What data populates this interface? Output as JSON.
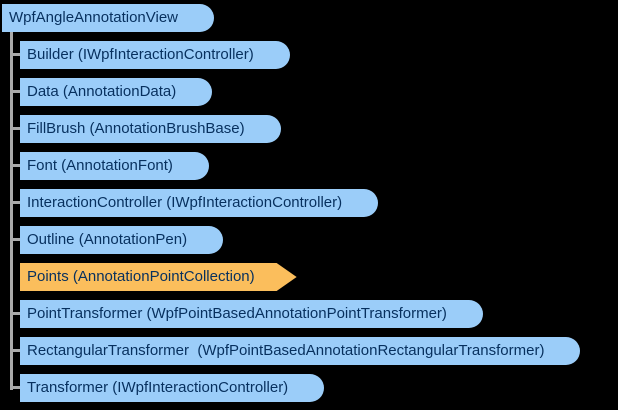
{
  "colors": {
    "background": "#000000",
    "node_fill": "#9BCDF9",
    "highlight_fill": "#FBBE5C",
    "node_text": "#07305E",
    "connector": "#ABABAB"
  },
  "tree": {
    "root": {
      "label": "WpfAngleAnnotationView"
    },
    "children": [
      {
        "label": "Builder (IWpfInteractionController)",
        "highlighted": false
      },
      {
        "label": "Data (AnnotationData)",
        "highlighted": false
      },
      {
        "label": "FillBrush (AnnotationBrushBase)",
        "highlighted": false
      },
      {
        "label": "Font (AnnotationFont)",
        "highlighted": false
      },
      {
        "label": "InteractionController (IWpfInteractionController)",
        "highlighted": false
      },
      {
        "label": "Outline (AnnotationPen)",
        "highlighted": false
      },
      {
        "label": "Points (AnnotationPointCollection)",
        "highlighted": true
      },
      {
        "label": "PointTransformer (WpfPointBasedAnnotationPointTransformer)",
        "highlighted": false
      },
      {
        "label": "RectangularTransformer  (WpfPointBasedAnnotationRectangularTransformer)",
        "highlighted": false
      },
      {
        "label": "Transformer (IWpfInteractionController)",
        "highlighted": false
      }
    ]
  }
}
